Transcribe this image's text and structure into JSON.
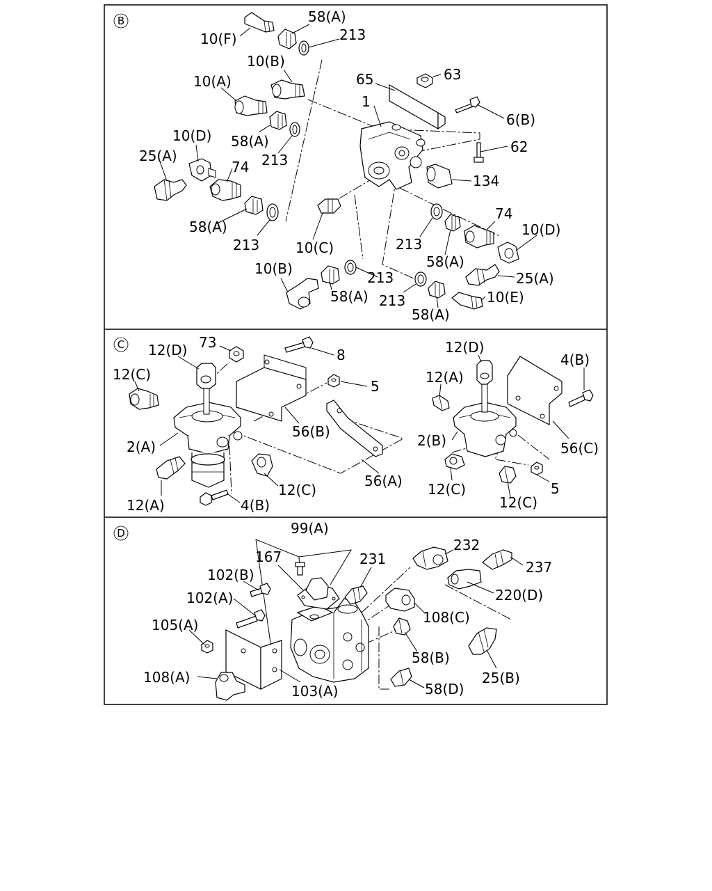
{
  "sections": {
    "B": {
      "marker": "B",
      "labels": [
        "10(F)",
        "58(A)",
        "213",
        "10(B)",
        "10(A)",
        "65",
        "63",
        "1",
        "6(B)",
        "10(D)",
        "25(A)",
        "58(A)",
        "213",
        "74",
        "62",
        "134",
        "58(A)",
        "213",
        "10(C)",
        "213",
        "58(A)",
        "74",
        "10(D)",
        "25(A)",
        "10(B)",
        "58(A)",
        "213",
        "213",
        "58(A)",
        "10(E)"
      ]
    },
    "C": {
      "marker": "C",
      "labels": [
        "12(D)",
        "73",
        "8",
        "12(C)",
        "5",
        "56(B)",
        "2(A)",
        "56(A)",
        "12(C)",
        "12(A)",
        "4(B)",
        "12(D)",
        "4(B)",
        "12(A)",
        "2(B)",
        "56(C)",
        "12(C)",
        "5",
        "12(C)"
      ]
    },
    "D": {
      "marker": "D",
      "labels": [
        "99(A)",
        "167",
        "231",
        "232",
        "237",
        "102(B)",
        "102(A)",
        "220(D)",
        "108(C)",
        "105(A)",
        "58(B)",
        "25(B)",
        "108(A)",
        "103(A)",
        "58(D)"
      ]
    }
  }
}
